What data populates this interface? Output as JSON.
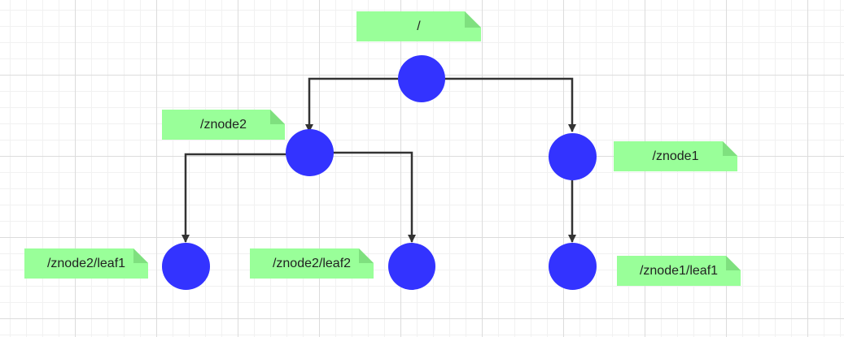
{
  "diagram": {
    "colors": {
      "node_fill": "#3333ff",
      "label_fill": "#99ff99",
      "edge_stroke": "#333333"
    },
    "nodes": {
      "root": {
        "label": "/"
      },
      "znode2": {
        "label": "/znode2"
      },
      "znode1": {
        "label": "/znode1"
      },
      "znode2_leaf1": {
        "label": "/znode2/leaf1"
      },
      "znode2_leaf2": {
        "label": "/znode2/leaf2"
      },
      "znode1_leaf1": {
        "label": "/znode1/leaf1"
      }
    },
    "edges": [
      {
        "from": "root",
        "to": "znode2"
      },
      {
        "from": "root",
        "to": "znode1"
      },
      {
        "from": "znode2",
        "to": "znode2_leaf1"
      },
      {
        "from": "znode2",
        "to": "znode2_leaf2"
      },
      {
        "from": "znode1",
        "to": "znode1_leaf1"
      }
    ]
  }
}
